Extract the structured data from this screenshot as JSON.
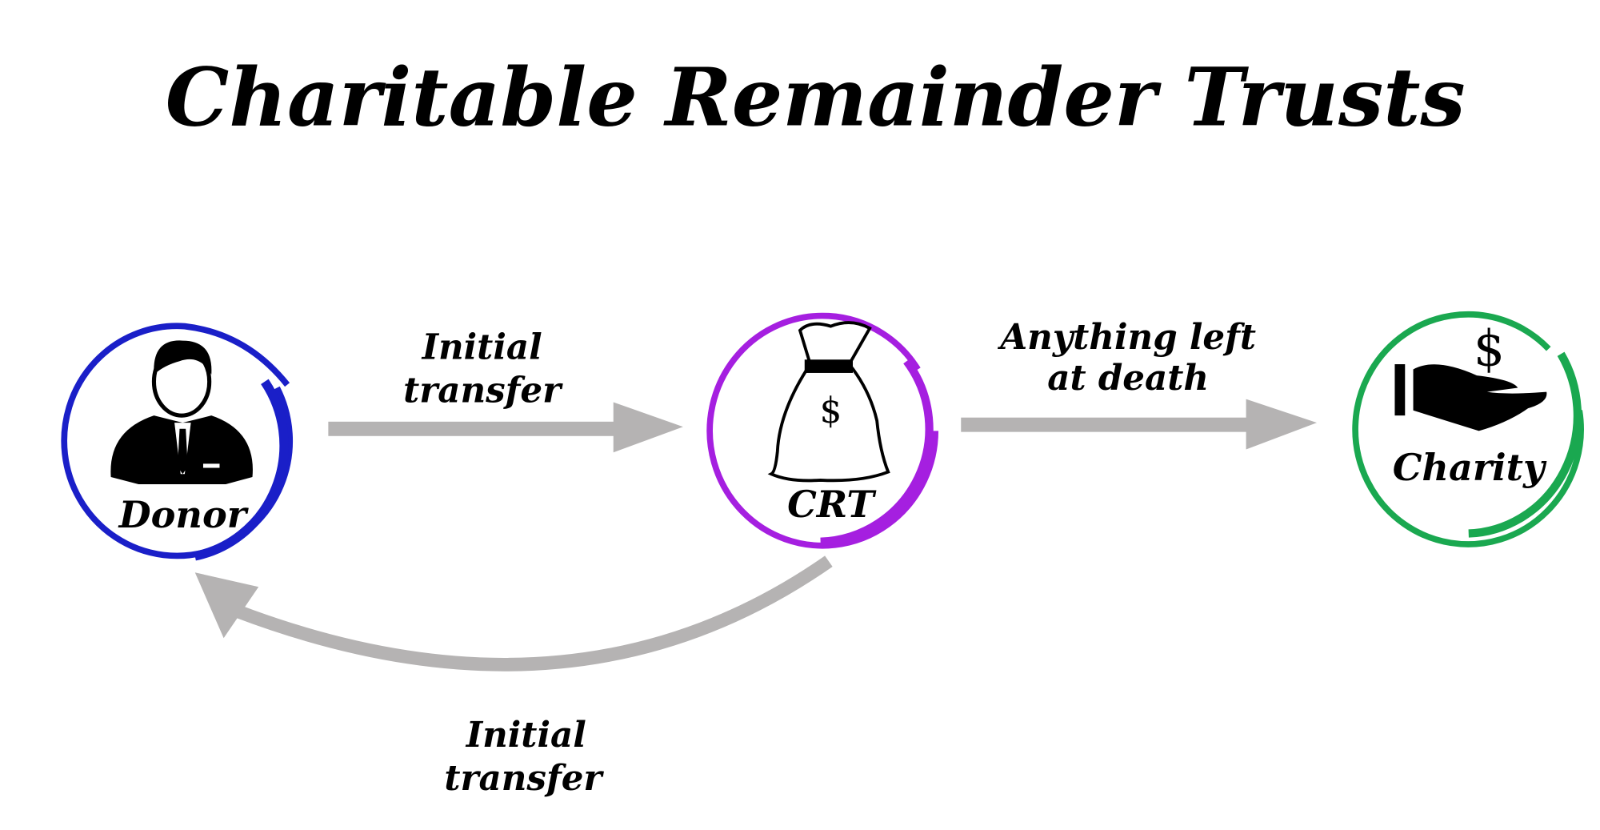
{
  "title": "Charitable Remainder Trusts",
  "nodes": {
    "donor": {
      "label": "Donor",
      "icon": "person-icon",
      "color": "#1a1fc8"
    },
    "crt": {
      "label": "CRT",
      "icon": "money-bag-icon",
      "color": "#a51fe0"
    },
    "charity": {
      "label": "Charity",
      "icon": "hand-dollar-icon",
      "color": "#1aa850"
    }
  },
  "edges": {
    "donor_to_crt": {
      "line1": "Initial",
      "line2": "transfer"
    },
    "crt_to_charity": {
      "line1": "Anything left",
      "line2": "at death"
    },
    "crt_to_donor": {
      "line1": "Initial",
      "line2": "transfer"
    }
  },
  "arrow_color": "#b5b3b3",
  "bag_symbol": "$",
  "charity_symbol": "$"
}
